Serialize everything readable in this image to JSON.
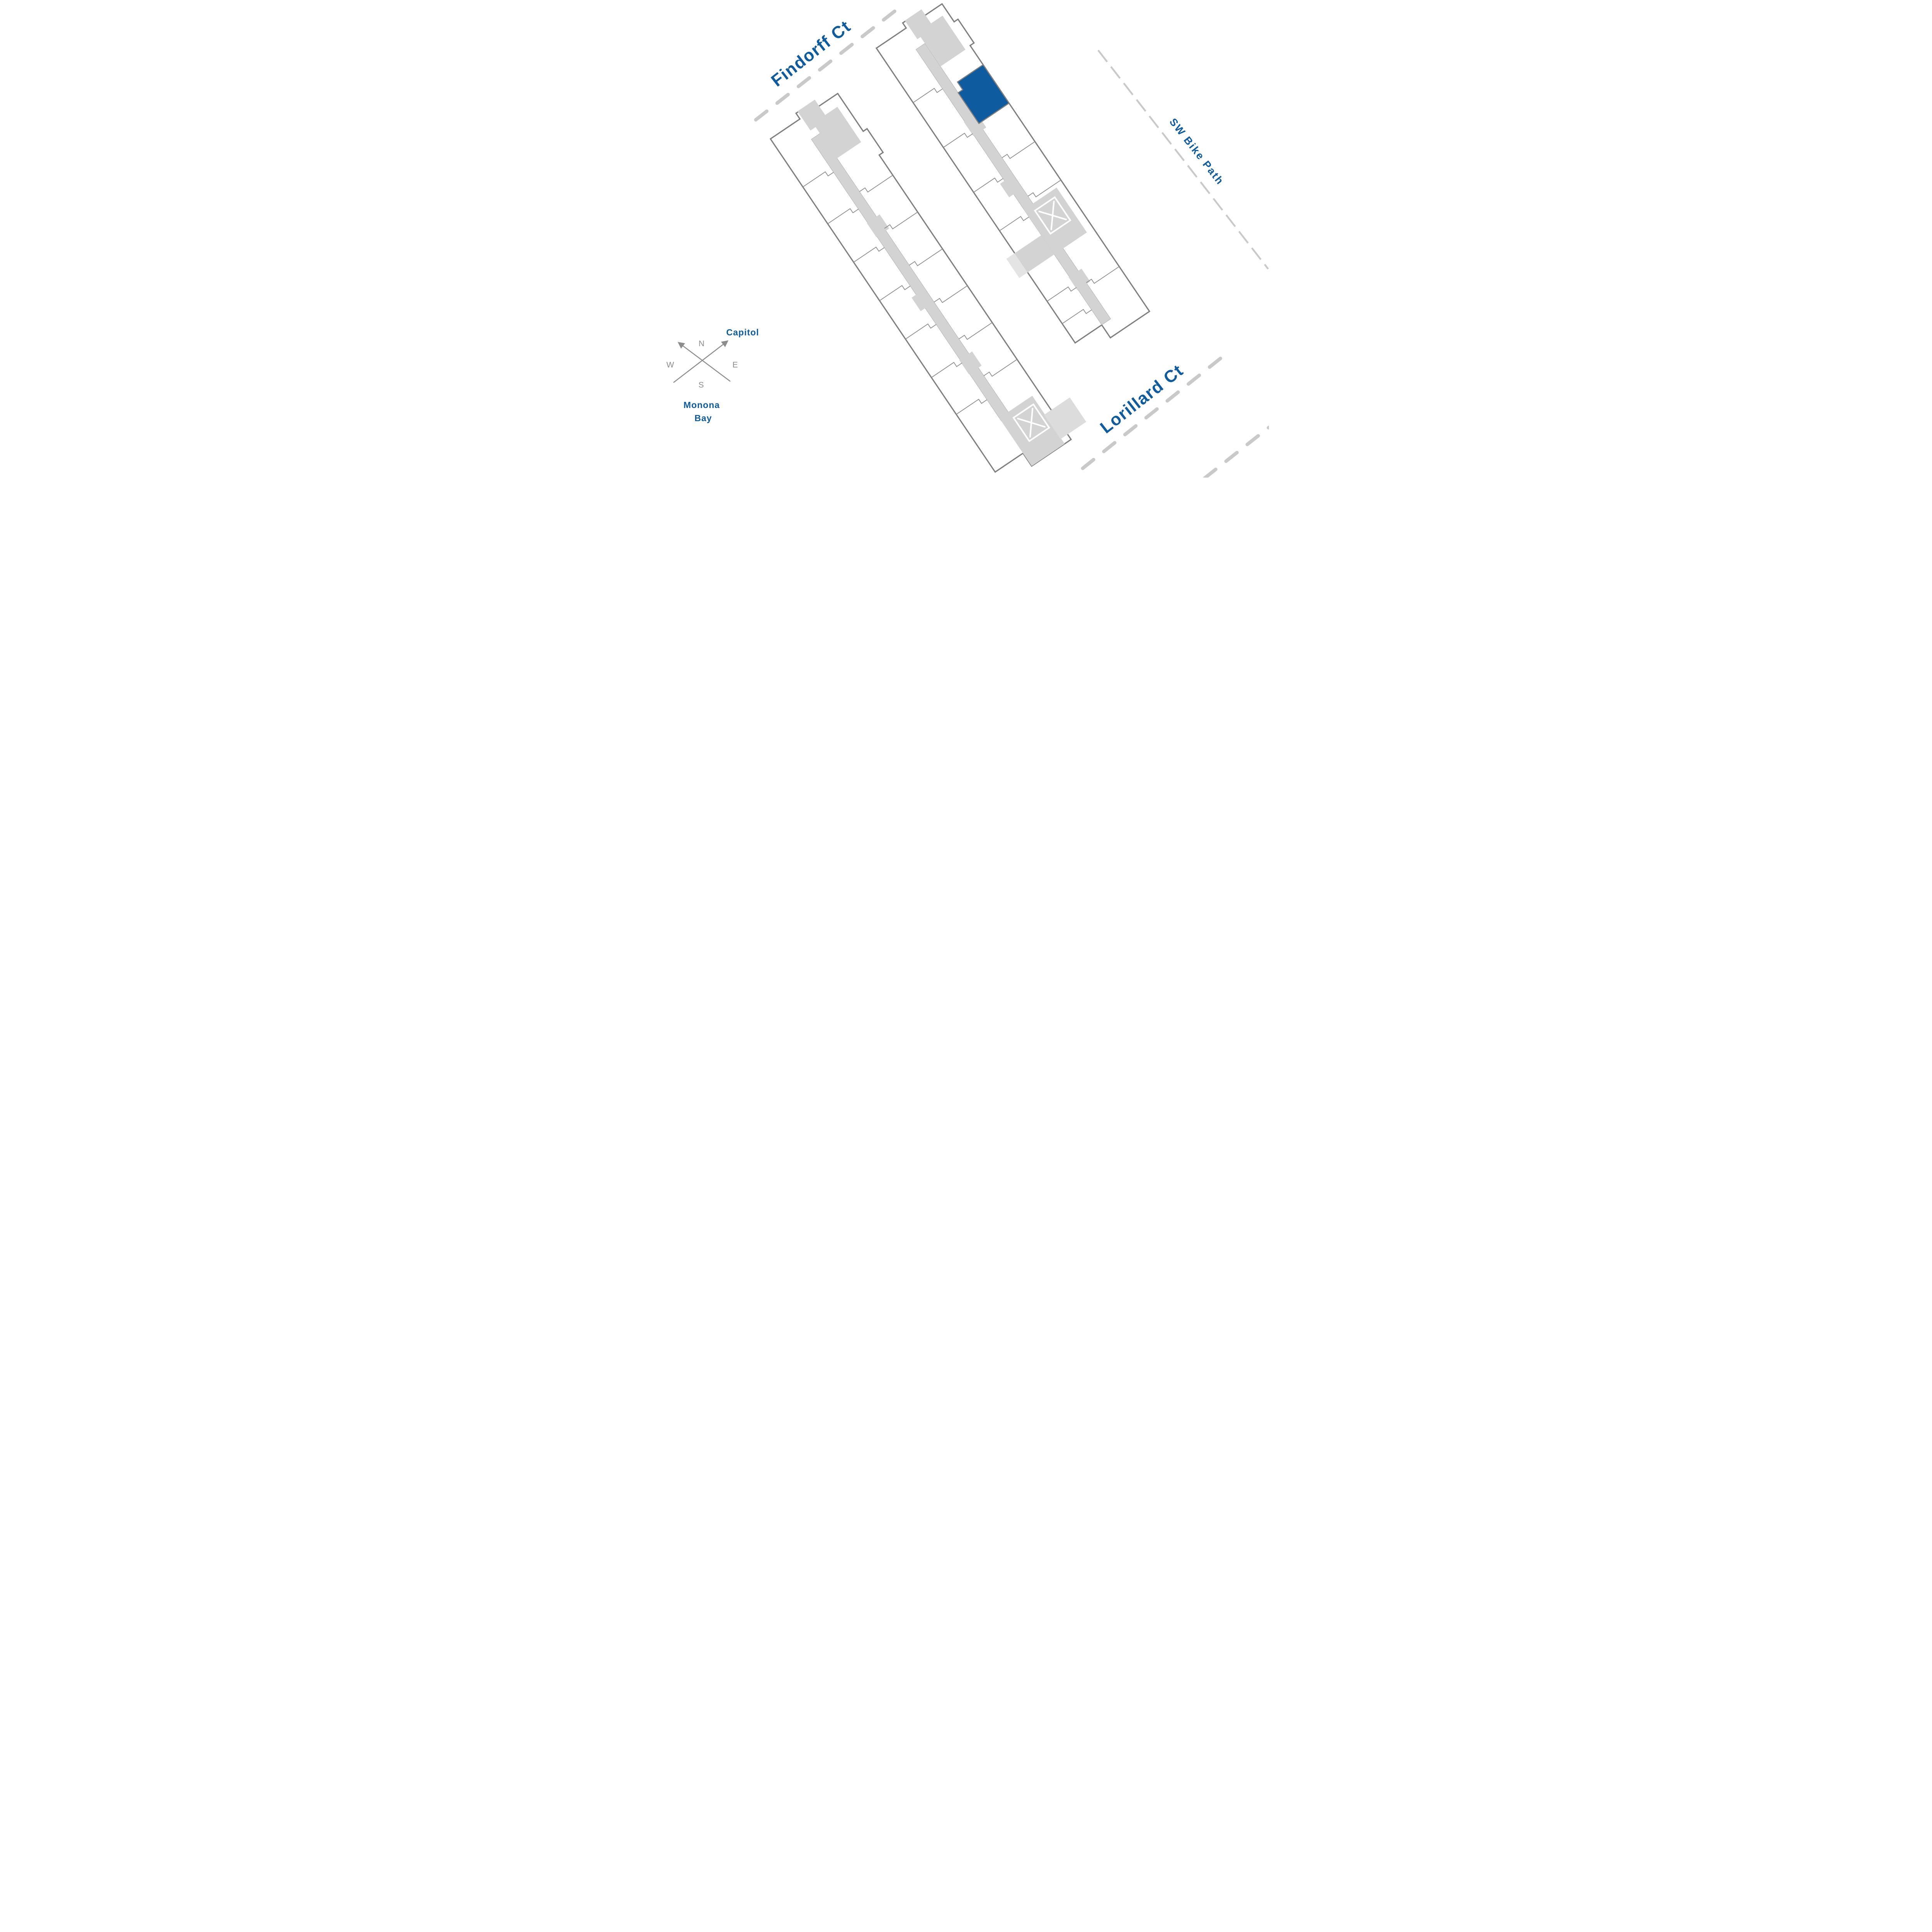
{
  "page": {
    "background": "#ffffff"
  },
  "colors": {
    "label_blue": "#0e5c9f",
    "highlight_blue": "#0e5c9f",
    "compass_gray": "#8c8c8c",
    "wall_gray": "#7e7e7e",
    "partition_gray": "#8a8a8a",
    "corridor_gray": "#d3d3d3",
    "street_dash_gray": "#c9c9c9"
  },
  "streets": [
    {
      "id": "findorff",
      "label": "Findorff Ct"
    },
    {
      "id": "sw-bike-path",
      "label": "SW Bike Path"
    },
    {
      "id": "lorillard",
      "label": "Lorillard Ct"
    }
  ],
  "compass": {
    "north": "N",
    "east": "E",
    "south": "S",
    "west": "W"
  },
  "landmarks": {
    "capitol": "Capitol",
    "monona_line1": "Monona",
    "monona_line2": "Bay"
  },
  "site": {
    "buildings": [
      {
        "id": "building-west",
        "corridor": "central",
        "stair_elevator_markers": 1
      },
      {
        "id": "building-east",
        "corridor": "central",
        "stair_elevator_markers": 1,
        "highlighted_units": 1
      }
    ],
    "highlighted_unit": {
      "building": "building-east",
      "position": "second unit from northwest end, bike-path side",
      "fill": "#0e5c9f"
    }
  }
}
